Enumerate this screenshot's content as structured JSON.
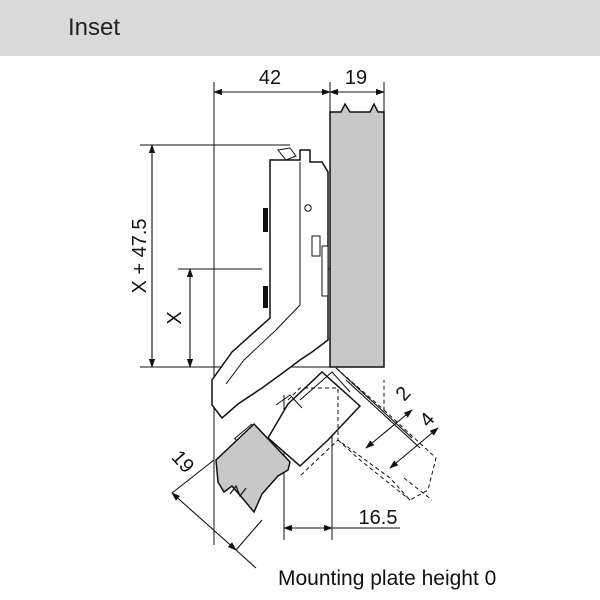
{
  "header": {
    "title": "Inset"
  },
  "drawing": {
    "dimensions": {
      "top_offset": "42",
      "door_thickness_top": "19",
      "total_height": "X + 47.5",
      "x_height": "X",
      "door_thickness_bottom": "19",
      "bottom_offset": "16.5",
      "gap_a": "2",
      "gap_b": "4"
    }
  },
  "footer": {
    "caption": "Mounting plate height 0"
  },
  "colors": {
    "header_bg": "#d9d9d9",
    "door_fill": "#c8c8c8",
    "line": "#111111"
  }
}
